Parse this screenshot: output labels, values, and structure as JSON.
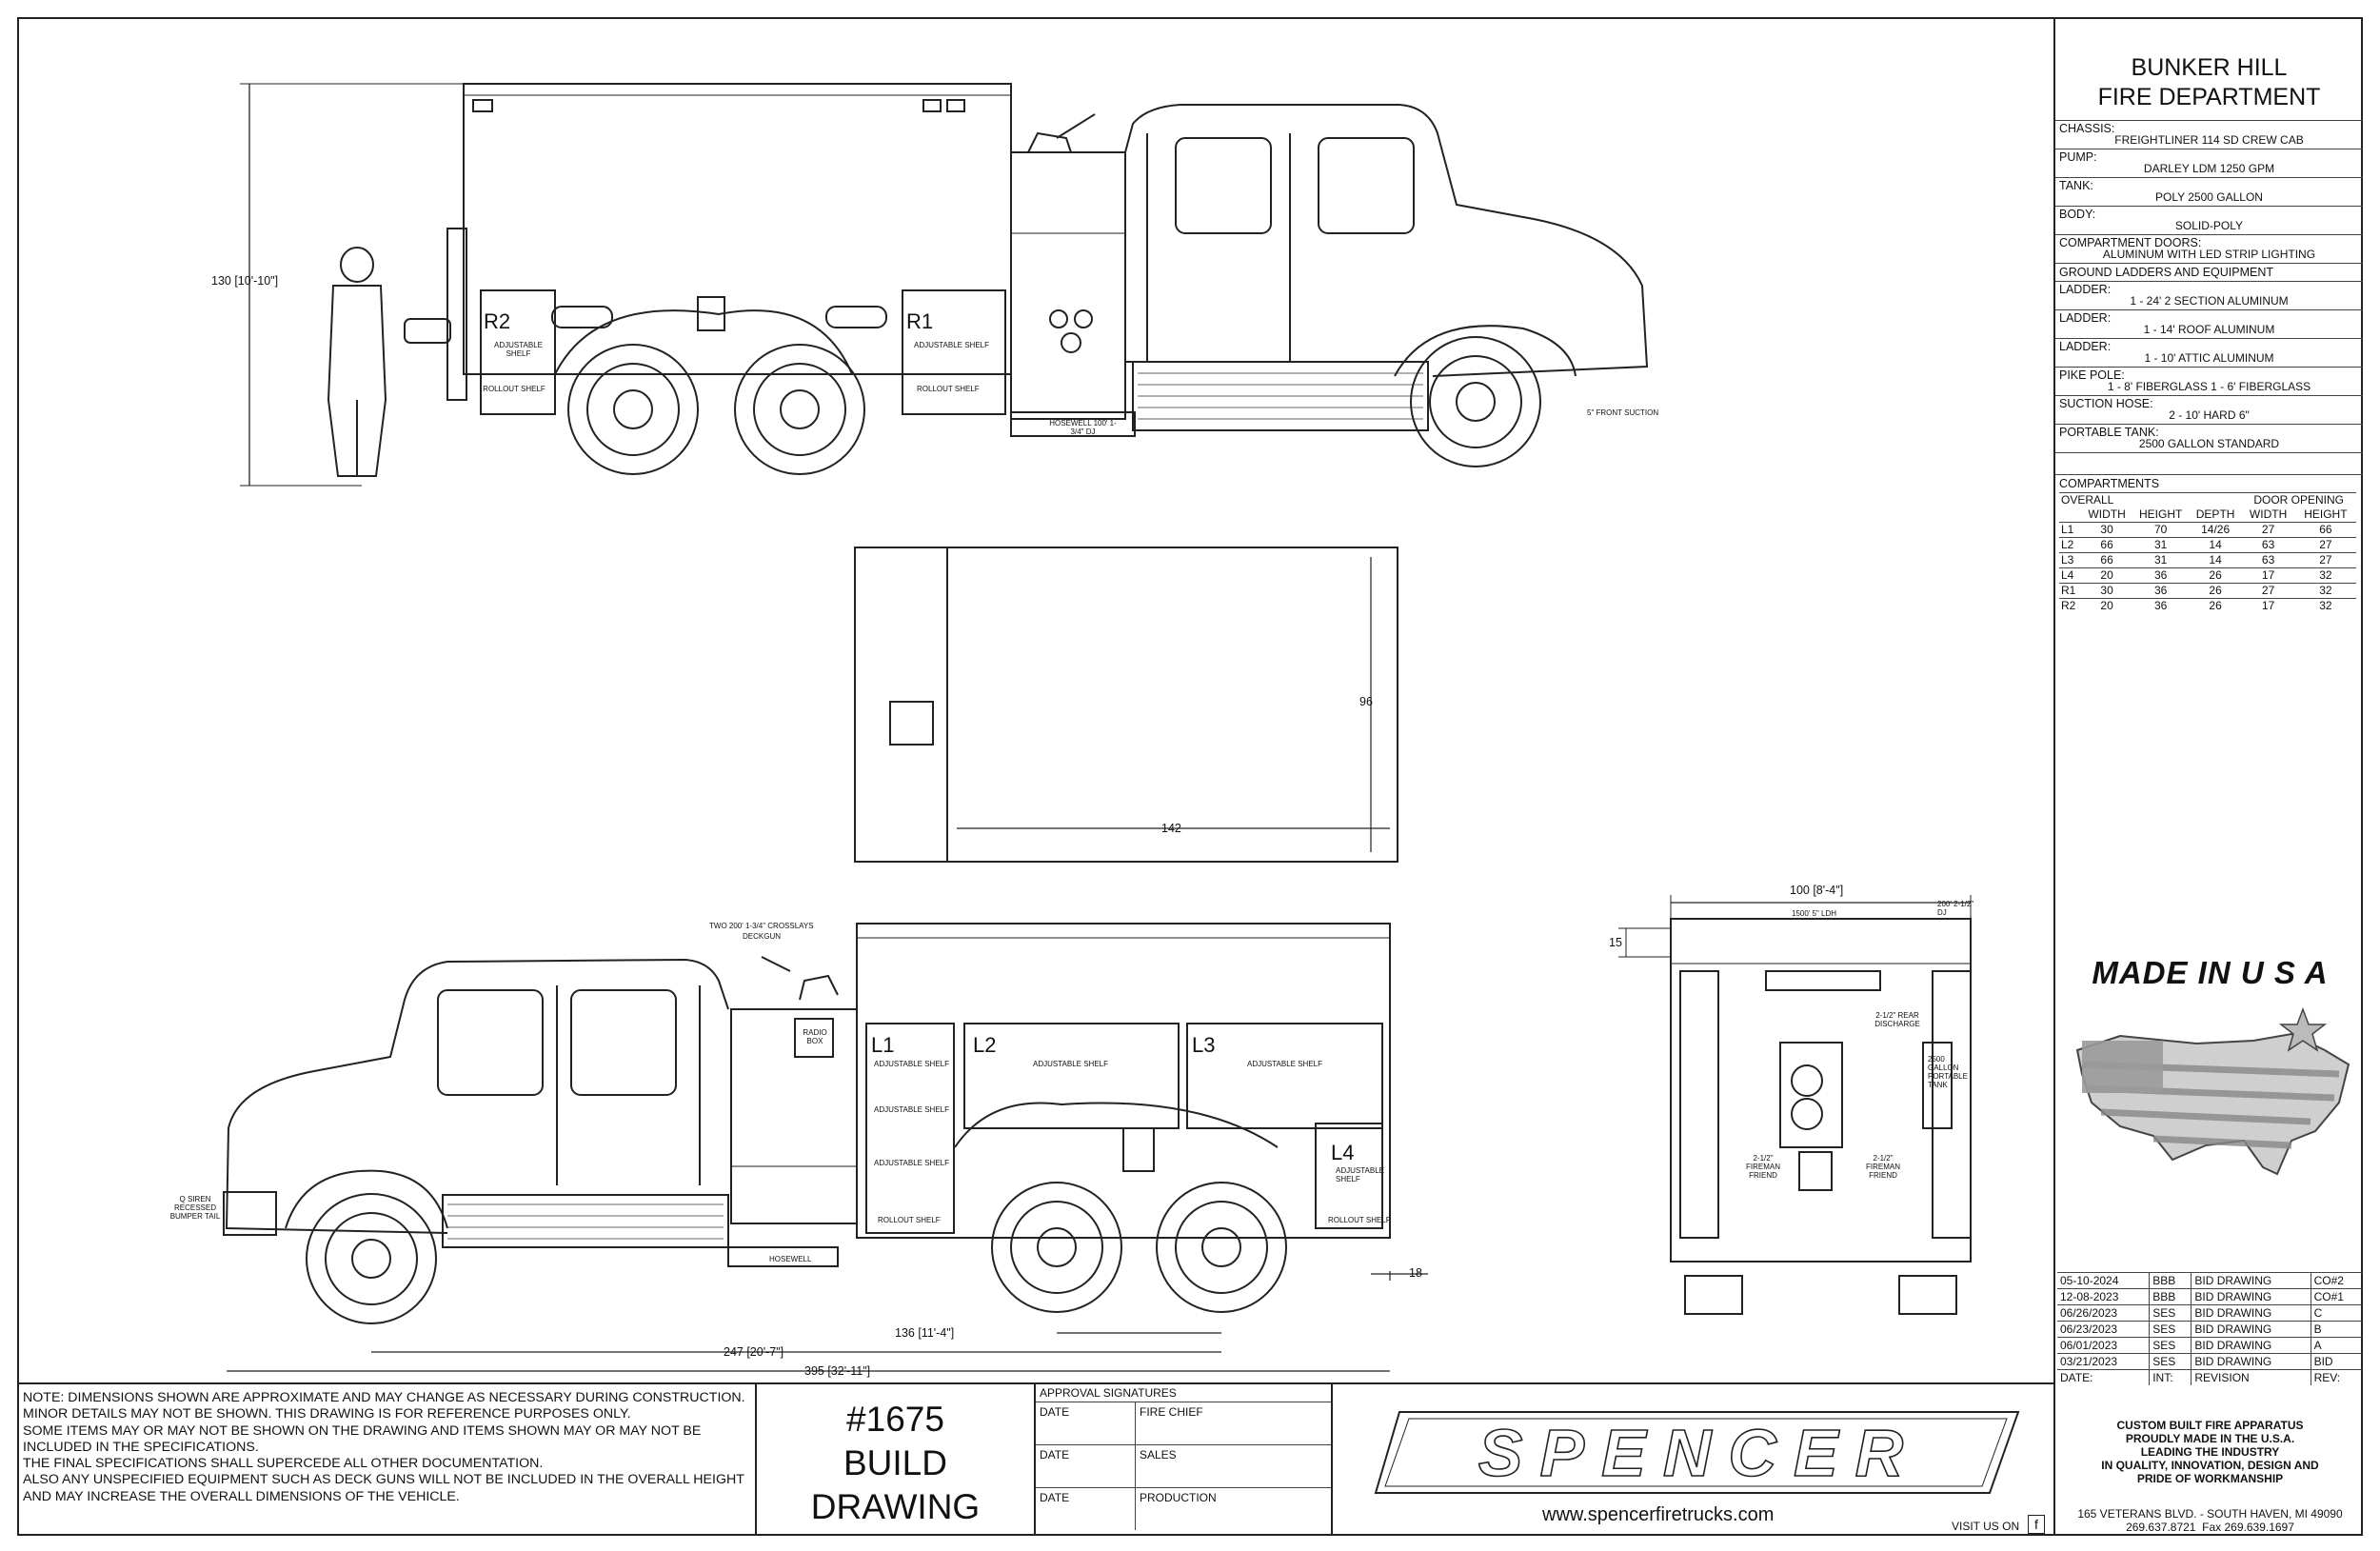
{
  "title_block": {
    "line1": "BUNKER HILL",
    "line2": "FIRE DEPARTMENT",
    "specs": [
      {
        "label": "CHASSIS:",
        "value": "FREIGHTLINER 114 SD CREW CAB"
      },
      {
        "label": "PUMP:",
        "value": "DARLEY LDM 1250 GPM"
      },
      {
        "label": "TANK:",
        "value": "POLY 2500 GALLON"
      },
      {
        "label": "BODY:",
        "value": "SOLID-POLY"
      },
      {
        "label": "COMPARTMENT DOORS:",
        "value": "ALUMINUM WITH LED STRIP LIGHTING"
      }
    ],
    "ground_ladders_header": "GROUND LADDERS AND EQUIPMENT",
    "equipment": [
      {
        "label": "LADDER:",
        "value": "1 - 24' 2 SECTION ALUMINUM"
      },
      {
        "label": "LADDER:",
        "value": "1 - 14' ROOF ALUMINUM"
      },
      {
        "label": "LADDER:",
        "value": "1 - 10' ATTIC ALUMINUM"
      },
      {
        "label": "PIKE POLE:",
        "value": "1 - 8' FIBERGLASS 1 - 6' FIBERGLASS"
      },
      {
        "label": "SUCTION HOSE:",
        "value": "2 - 10' HARD 6\""
      },
      {
        "label": "PORTABLE TANK:",
        "value": "2500 GALLON STANDARD"
      }
    ],
    "compartments": {
      "header": "COMPARTMENTS",
      "overall_label": "OVERALL",
      "door_opening_label": "DOOR OPENING",
      "columns": [
        "",
        "WIDTH",
        "HEIGHT",
        "DEPTH",
        "WIDTH",
        "HEIGHT"
      ],
      "rows": [
        [
          "L1",
          "30",
          "70",
          "14/26",
          "27",
          "66"
        ],
        [
          "L2",
          "66",
          "31",
          "14",
          "63",
          "27"
        ],
        [
          "L3",
          "66",
          "31",
          "14",
          "63",
          "27"
        ],
        [
          "L4",
          "20",
          "36",
          "26",
          "17",
          "32"
        ],
        [
          "R1",
          "30",
          "36",
          "26",
          "27",
          "32"
        ],
        [
          "R2",
          "20",
          "36",
          "26",
          "17",
          "32"
        ]
      ]
    },
    "made_in_usa": "MADE IN U S A",
    "revisions": [
      [
        "05-10-2024",
        "BBB",
        "BID DRAWING",
        "CO#2"
      ],
      [
        "12-08-2023",
        "BBB",
        "BID DRAWING",
        "CO#1"
      ],
      [
        "06/26/2023",
        "SES",
        "BID DRAWING",
        "C"
      ],
      [
        "06/23/2023",
        "SES",
        "BID DRAWING",
        "B"
      ],
      [
        "06/01/2023",
        "SES",
        "BID DRAWING",
        "A"
      ],
      [
        "03/21/2023",
        "SES",
        "BID DRAWING",
        "BID"
      ],
      [
        "DATE:",
        "INT:",
        "REVISION",
        "REV:"
      ]
    ],
    "company_lines": [
      "CUSTOM BUILT FIRE APPARATUS",
      "PROUDLY MADE IN THE U.S.A.",
      "LEADING THE INDUSTRY",
      "IN QUALITY, INNOVATION, DESIGN AND",
      "PRIDE OF WORKMANSHIP"
    ],
    "address": "165 VETERANS BLVD. - SOUTH HAVEN, MI 49090",
    "phone": "269.637.8721",
    "fax": "Fax 269.639.1697"
  },
  "notes": [
    "NOTE: DIMENSIONS SHOWN ARE APPROXIMATE AND MAY CHANGE AS NECESSARY DURING CONSTRUCTION.",
    "MINOR DETAILS MAY NOT BE SHOWN. THIS DRAWING IS FOR REFERENCE PURPOSES ONLY.",
    "SOME ITEMS MAY OR MAY NOT BE SHOWN ON THE DRAWING AND ITEMS SHOWN MAY OR MAY NOT BE",
    "INCLUDED IN THE SPECIFICATIONS.",
    "THE FINAL SPECIFICATIONS SHALL SUPERCEDE ALL OTHER DOCUMENTATION.",
    "ALSO ANY UNSPECIFIED EQUIPMENT SUCH AS DECK GUNS WILL NOT BE INCLUDED IN THE OVERALL HEIGHT",
    "AND MAY INCREASE THE OVERALL DIMENSIONS OF THE VEHICLE."
  ],
  "drawing_number": {
    "line1": "#1675",
    "line2": "BUILD",
    "line3": "DRAWING"
  },
  "approval": {
    "header": "APPROVAL SIGNATURES",
    "rows": [
      {
        "date": "DATE",
        "role": "FIRE CHIEF"
      },
      {
        "date": "DATE",
        "role": "SALES"
      },
      {
        "date": "DATE",
        "role": "PRODUCTION"
      }
    ]
  },
  "logo_text": "SPENCER",
  "website": "www.spencerfiretrucks.com",
  "visit_us": "VISIT US ON",
  "facebook_glyph": "f",
  "dimensions": {
    "height_side": "130 [10'-10\"]",
    "top_depth": "96",
    "top_length": "142",
    "rear_width": "100 [8'-4\"]",
    "rear_15": "15",
    "wheelbase": "136 [11'-4\"]",
    "cab_to_axle": "247 [20'-7\"]",
    "overall_length": "395 [32'-11\"]",
    "rear_overhang": "18"
  },
  "labels": {
    "r2": "R2",
    "r1": "R1",
    "l1": "L1",
    "l2": "L2",
    "l3": "L3",
    "l4": "L4",
    "adjustable_shelf": "ADJUSTABLE SHELF",
    "rollout_shelf": "ROLLOUT SHELF",
    "hosewell": "HOSEWELL",
    "hosewell_right": "HOSEWELL 100' 1-3/4\" DJ",
    "front_suction": "5\" FRONT SUCTION",
    "crosslays": "TWO 200' 1-3/4\" CROSSLAYS",
    "deckgun": "DECKGUN",
    "radio_box": "RADIO BOX",
    "siren": "Q SIREN RECESSED BUMPER TAIL",
    "rear_ldh": "1500' 5\" LDH",
    "rear_200": "200' 2-1/2\" DJ",
    "rear_discharge": "2-1/2\" REAR DISCHARGE",
    "fireman_friend": "2-1/2\" FIREMAN FRIEND",
    "portable_tank": "2500 GALLON PORTABLE TANK"
  }
}
